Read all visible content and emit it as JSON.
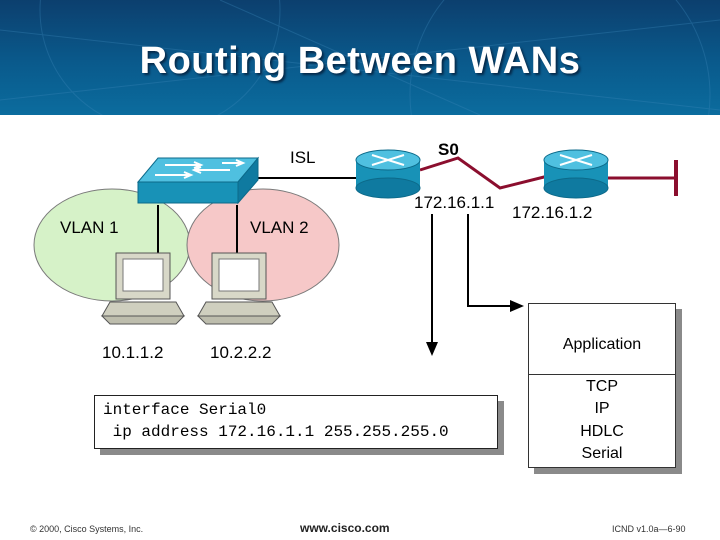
{
  "title": "Routing Between WANs",
  "labels": {
    "isl": "ISL",
    "s0": "S0",
    "router1_ip": "172.16.1.1",
    "router2_ip": "172.16.1.2",
    "vlan1": "VLAN 1",
    "vlan2": "VLAN 2",
    "host1_ip": "10.1.1.2",
    "host2_ip": "10.2.2.2"
  },
  "config": {
    "line1": "interface Serial0",
    "line2": " ip address 172.16.1.1 255.255.255.0"
  },
  "stack": {
    "application": "Application",
    "layers": [
      "TCP",
      "IP",
      "HDLC",
      "Serial"
    ]
  },
  "footer": {
    "copyright": "© 2000, Cisco Systems, Inc.",
    "url": "www.cisco.com",
    "course": "ICND v1.0a—6-90"
  },
  "colors": {
    "banner": "#0a5a8c",
    "vlan1_bubble": "#d6f2c8",
    "vlan2_bubble": "#f6c8c8",
    "device": "#1fa3c7"
  }
}
